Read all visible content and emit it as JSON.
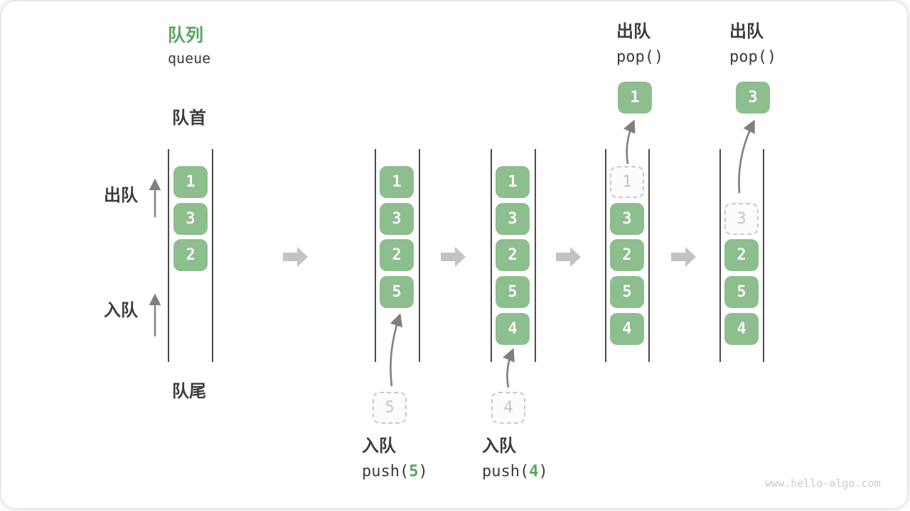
{
  "title": {
    "zh": "队列",
    "en": "queue"
  },
  "queue_labels": {
    "front": "队首",
    "rear": "队尾",
    "dequeue": "出队",
    "enqueue": "入队"
  },
  "states": [
    {
      "cells": [
        {
          "value": "1"
        },
        {
          "value": "3"
        },
        {
          "value": "2"
        }
      ]
    },
    {
      "cells": [
        {
          "value": "1"
        },
        {
          "value": "3"
        },
        {
          "value": "2"
        },
        {
          "value": "5"
        }
      ],
      "staging": {
        "value": "5"
      },
      "operation": {
        "label": "入队",
        "code_before": "push(",
        "arg": "5",
        "code_after": ")"
      }
    },
    {
      "cells": [
        {
          "value": "1"
        },
        {
          "value": "3"
        },
        {
          "value": "2"
        },
        {
          "value": "5"
        },
        {
          "value": "4"
        }
      ],
      "staging": {
        "value": "4"
      },
      "operation": {
        "label": "入队",
        "code_before": "push(",
        "arg": "4",
        "code_after": ")"
      }
    },
    {
      "cells": [
        {
          "value": "1",
          "ghost": true
        },
        {
          "value": "3"
        },
        {
          "value": "2"
        },
        {
          "value": "5"
        },
        {
          "value": "4"
        }
      ],
      "popped": {
        "value": "1"
      },
      "operation": {
        "label": "出队",
        "code": "pop()"
      }
    },
    {
      "cells": [
        {
          "value": "3",
          "ghost": true
        },
        {
          "value": "2"
        },
        {
          "value": "5"
        },
        {
          "value": "4"
        }
      ],
      "popped": {
        "value": "3"
      },
      "operation": {
        "label": "出队",
        "code": "pop()"
      }
    }
  ],
  "watermark": "www.hello-algo.com",
  "colors": {
    "green_title": "#58A55C",
    "green_cell": "#8DBE8E",
    "cell_text": "#F8F8F8",
    "text_dark": "#3C3C3C",
    "wall": "#4A4A4A",
    "block_arrow": "#C3C3C3",
    "curve_arrow": "#7F7F7F",
    "ghost_border": "#C9C9C9",
    "ghost_bg": "#FCFCFC",
    "ghost_text": "#C5C5C5",
    "watermark_text": "#CBCBCB"
  }
}
